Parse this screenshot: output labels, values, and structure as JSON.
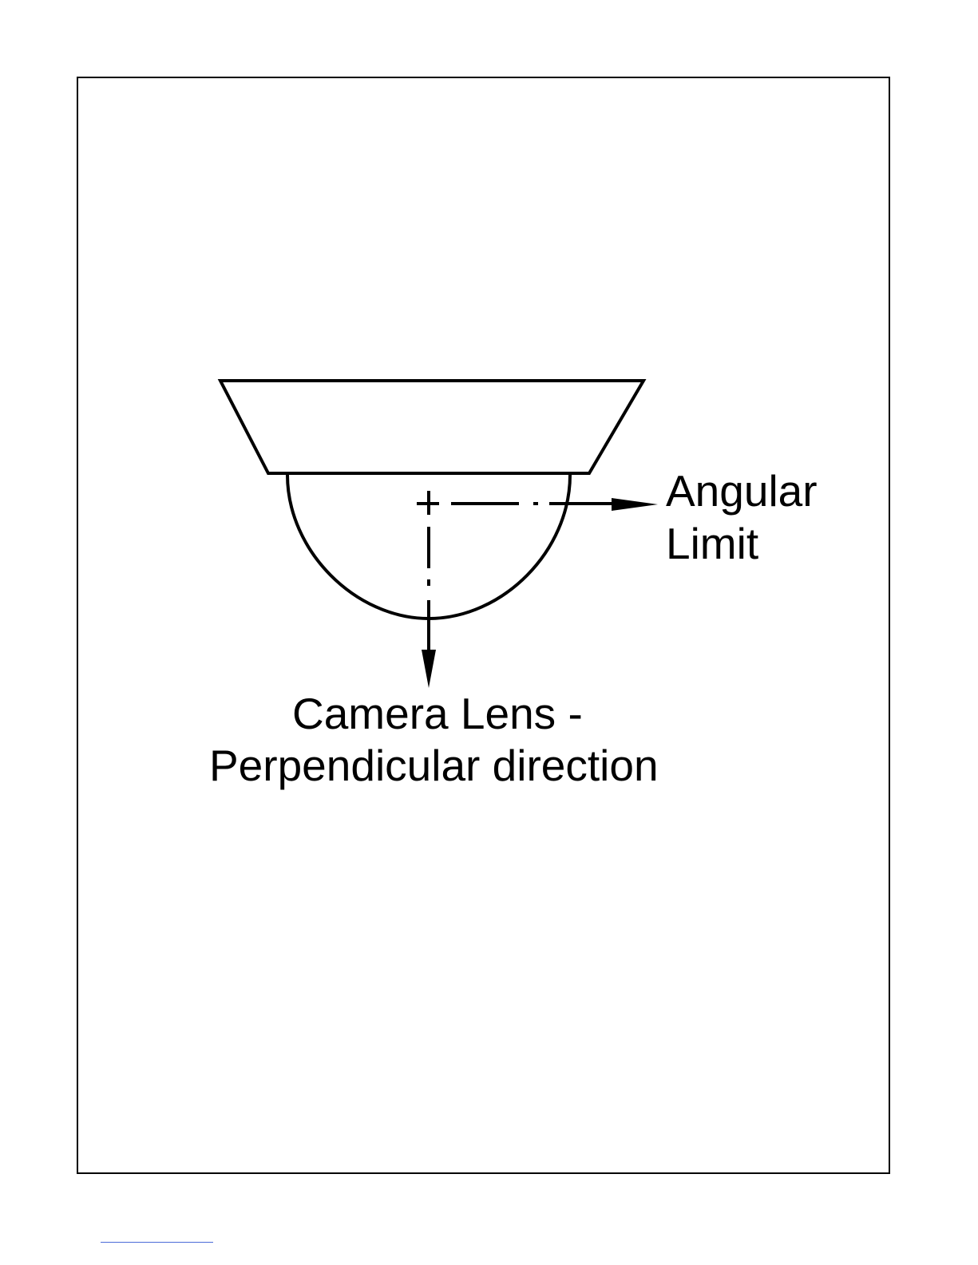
{
  "diagram": {
    "labels": {
      "angular_limit_line1": "Angular",
      "angular_limit_line2": "Limit",
      "camera_lens_line1": "Camera Lens -",
      "camera_lens_line2": "Perpendicular direction"
    },
    "components": {
      "mount": "dome-camera-mount",
      "dome": "dome-camera-housing"
    }
  },
  "colors": {
    "line": "#000000",
    "background": "#ffffff",
    "footer_rule": "#4a6bd8"
  }
}
